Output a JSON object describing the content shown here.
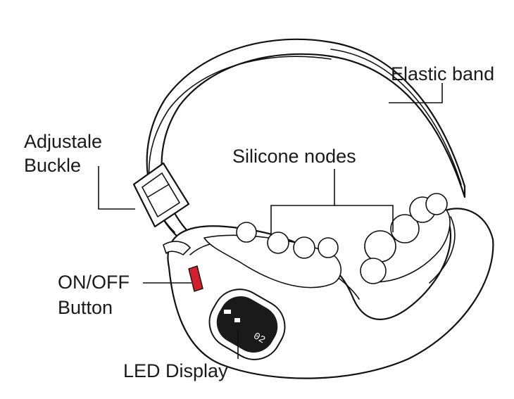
{
  "labels": {
    "elastic_band": "Elastic band",
    "adjustable_buckle_line1": "Adjustale",
    "adjustable_buckle_line2": "Buckle",
    "silicone_nodes": "Silicone nodes",
    "on_off_line1": "ON/OFF",
    "on_off_line2": "Button",
    "led_display": "LED Display"
  },
  "display_readout": "02",
  "colors": {
    "line": "#111111",
    "button": "#d21f2b",
    "display_bg": "#1a1a1a",
    "display_text": "#ffffff"
  }
}
